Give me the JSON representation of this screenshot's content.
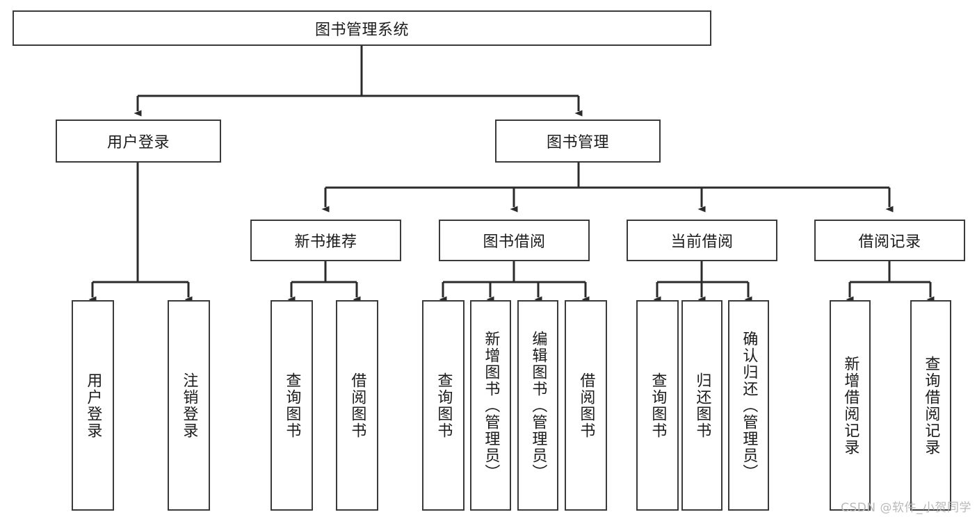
{
  "diagram": {
    "title_node": {
      "label": "图书管理系统"
    },
    "level2": [
      {
        "id": "user-login",
        "label": "用户登录"
      },
      {
        "id": "book-management",
        "label": "图书管理"
      }
    ],
    "level3": [
      {
        "id": "new-book-recommend",
        "label": "新书推荐"
      },
      {
        "id": "book-borrow",
        "label": "图书借阅"
      },
      {
        "id": "current-borrow",
        "label": "当前借阅"
      },
      {
        "id": "borrow-record",
        "label": "借阅记录"
      }
    ],
    "leaves": {
      "user_login": [
        {
          "id": "leaf-user-login",
          "label": "用户登录"
        },
        {
          "id": "leaf-logout-login",
          "label": "注销登录"
        }
      ],
      "new_book_recommend": [
        {
          "id": "leaf-query-book-1",
          "label": "查询图书"
        },
        {
          "id": "leaf-borrow-book-1",
          "label": "借阅图书"
        }
      ],
      "book_borrow": [
        {
          "id": "leaf-query-book-2",
          "label": "查询图书"
        },
        {
          "id": "leaf-add-book",
          "label": "新增图书（管理员）"
        },
        {
          "id": "leaf-edit-book",
          "label": "编辑图书（管理员）"
        },
        {
          "id": "leaf-borrow-book-2",
          "label": "借阅图书"
        }
      ],
      "current_borrow": [
        {
          "id": "leaf-query-book-3",
          "label": "查询图书"
        },
        {
          "id": "leaf-return-book",
          "label": "归还图书"
        },
        {
          "id": "leaf-confirm-return",
          "label": "确认归还（管理员）"
        }
      ],
      "borrow_record": [
        {
          "id": "leaf-add-record",
          "label": "新增借阅记录"
        },
        {
          "id": "leaf-query-record",
          "label": "查询借阅记录"
        }
      ]
    },
    "watermark": "CSDN @软件_小贺同学",
    "colors": {
      "border": "#3a3a3a",
      "text": "#1b1b1b",
      "background": "#ffffff",
      "connector": "#2b2b2b",
      "watermark": "#b9b9b9"
    }
  }
}
